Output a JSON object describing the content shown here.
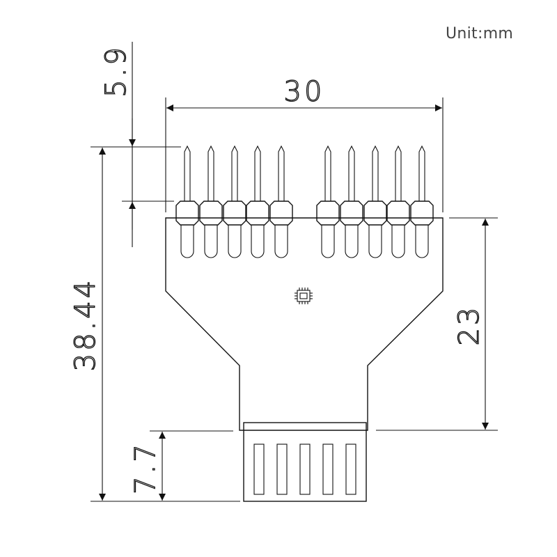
{
  "unit_label": "Unit:mm",
  "dimensions": {
    "pin_length": "5.9",
    "width": "30",
    "total_height": "38.44",
    "body_height": "23",
    "socket_height": "7.7"
  },
  "colors": {
    "line": "#111111",
    "unit_text": "#444444"
  }
}
